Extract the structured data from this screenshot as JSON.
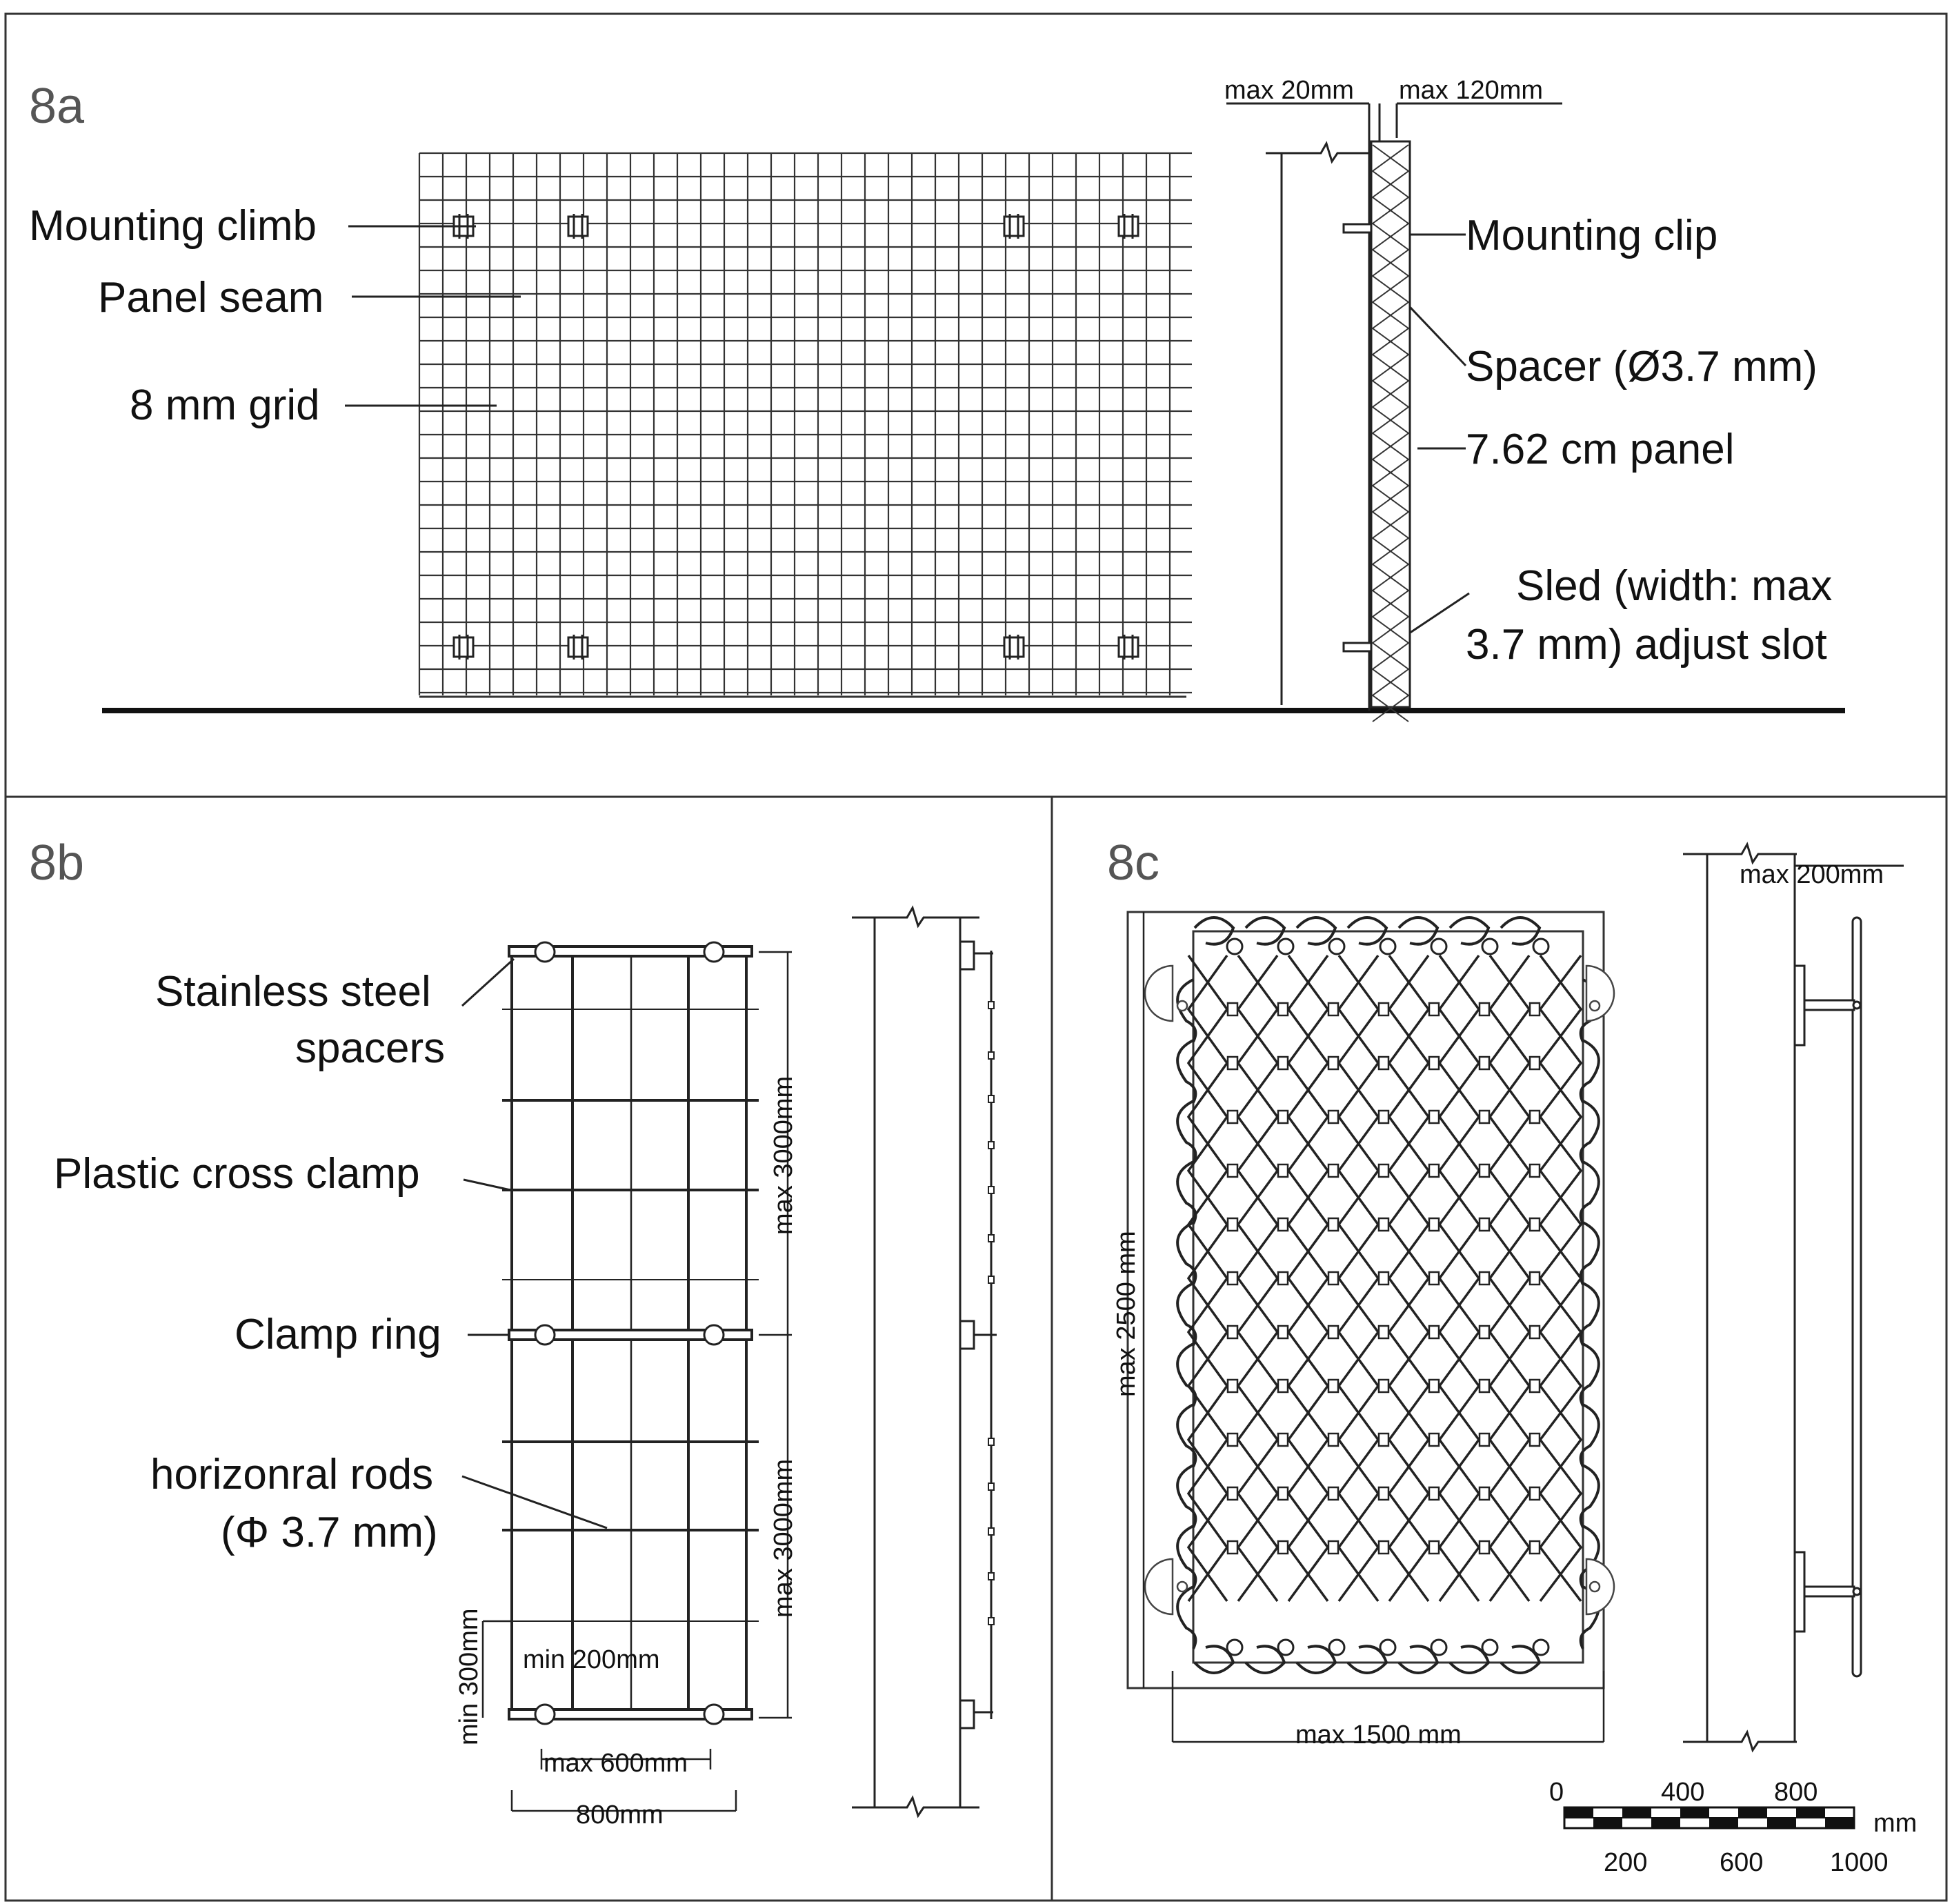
{
  "panels": {
    "a": {
      "id": "8a",
      "labels": {
        "mounting_climb": "Mounting climb",
        "panel_seam": "Panel seam",
        "grid": "8 mm grid",
        "mounting_clip": "Mounting clip",
        "spacer": "Spacer (Ø3.7 mm)",
        "panel": "7.62 cm panel",
        "sled_line1": "Sled (width: max",
        "sled_line2": "3.7 mm) adjust slot"
      },
      "dims": {
        "max_20": "max 20mm",
        "max_120": "max 120mm"
      }
    },
    "b": {
      "id": "8b",
      "labels": {
        "spacers_line1": "Stainless steel",
        "spacers_line2": "spacers",
        "cross_clamp": "Plastic cross clamp",
        "clamp_ring": "Clamp ring",
        "rods_line1": "horizonral rods",
        "rods_line2": "(Φ 3.7 mm)"
      },
      "dims": {
        "max_3000_top": "max 3000mm",
        "max_3000_bottom": "max 3000mm",
        "min_300": "min 300mm",
        "min_200": "min 200mm",
        "max_600": "max 600mm",
        "width_800": "800mm"
      }
    },
    "c": {
      "id": "8c",
      "dims": {
        "max_200": "max 200mm",
        "max_2500": "max 2500 mm",
        "max_1500": "max 1500 mm"
      },
      "scale_bar": {
        "top_ticks": [
          "0",
          "400",
          "800"
        ],
        "bottom_ticks": [
          "200",
          "600",
          "1000"
        ],
        "unit": "mm"
      }
    }
  }
}
